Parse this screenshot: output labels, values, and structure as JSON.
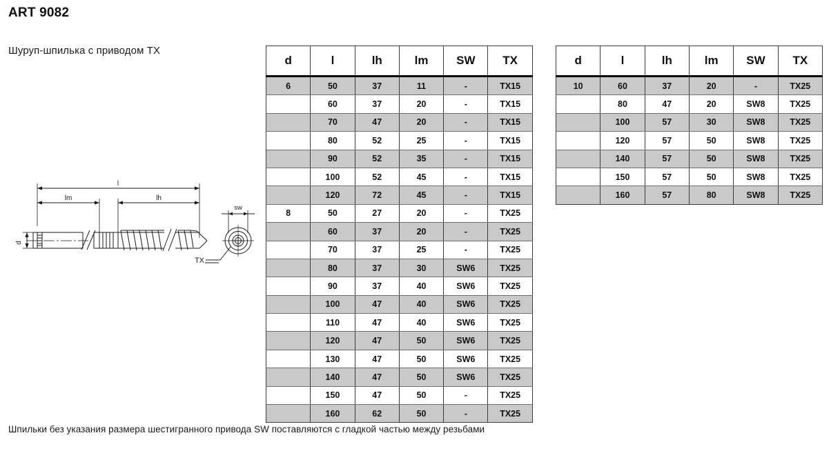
{
  "header": {
    "title": "ART 9082",
    "subtitle": "Шуруп-шпилька с приводом ТХ"
  },
  "footer": {
    "note": "Шпильки без указания размера шестигранного привода SW поставляются с гладкой частью между резьбами"
  },
  "drawing": {
    "name": "dowel-screw-technical-drawing",
    "labels": {
      "total_length": "l",
      "machine_thread": "lm",
      "wood_thread": "lh",
      "diameter": "d",
      "hex_drive": "sw",
      "torx_drive": "TX"
    }
  },
  "tables": {
    "columns": [
      "d",
      "l",
      "lh",
      "lm",
      "SW",
      "TX"
    ],
    "left": {
      "name": "spec-table-left",
      "rows": [
        [
          "6",
          "50",
          "37",
          "11",
          "-",
          "TX15"
        ],
        [
          "",
          "60",
          "37",
          "20",
          "-",
          "TX15"
        ],
        [
          "",
          "70",
          "47",
          "20",
          "-",
          "TX15"
        ],
        [
          "",
          "80",
          "52",
          "25",
          "-",
          "TX15"
        ],
        [
          "",
          "90",
          "52",
          "35",
          "-",
          "TX15"
        ],
        [
          "",
          "100",
          "52",
          "45",
          "-",
          "TX15"
        ],
        [
          "",
          "120",
          "72",
          "45",
          "-",
          "TX15"
        ],
        [
          "8",
          "50",
          "27",
          "20",
          "-",
          "TX25"
        ],
        [
          "",
          "60",
          "37",
          "20",
          "-",
          "TX25"
        ],
        [
          "",
          "70",
          "37",
          "25",
          "-",
          "TX25"
        ],
        [
          "",
          "80",
          "37",
          "30",
          "SW6",
          "TX25"
        ],
        [
          "",
          "90",
          "37",
          "40",
          "SW6",
          "TX25"
        ],
        [
          "",
          "100",
          "47",
          "40",
          "SW6",
          "TX25"
        ],
        [
          "",
          "110",
          "47",
          "40",
          "SW6",
          "TX25"
        ],
        [
          "",
          "120",
          "47",
          "50",
          "SW6",
          "TX25"
        ],
        [
          "",
          "130",
          "47",
          "50",
          "SW6",
          "TX25"
        ],
        [
          "",
          "140",
          "47",
          "50",
          "SW6",
          "TX25"
        ],
        [
          "",
          "150",
          "47",
          "50",
          "-",
          "TX25"
        ],
        [
          "",
          "160",
          "62",
          "50",
          "-",
          "TX25"
        ]
      ]
    },
    "right": {
      "name": "spec-table-right",
      "rows": [
        [
          "10",
          "60",
          "37",
          "20",
          "-",
          "TX25"
        ],
        [
          "",
          "80",
          "47",
          "20",
          "SW8",
          "TX25"
        ],
        [
          "",
          "100",
          "57",
          "30",
          "SW8",
          "TX25"
        ],
        [
          "",
          "120",
          "57",
          "50",
          "SW8",
          "TX25"
        ],
        [
          "",
          "140",
          "57",
          "50",
          "SW8",
          "TX25"
        ],
        [
          "",
          "150",
          "57",
          "50",
          "SW8",
          "TX25"
        ],
        [
          "",
          "160",
          "57",
          "80",
          "SW8",
          "TX25"
        ]
      ]
    }
  },
  "colors": {
    "shaded_row": "#c9c9c9",
    "border": "#3a3a3a",
    "text": "#101010"
  }
}
